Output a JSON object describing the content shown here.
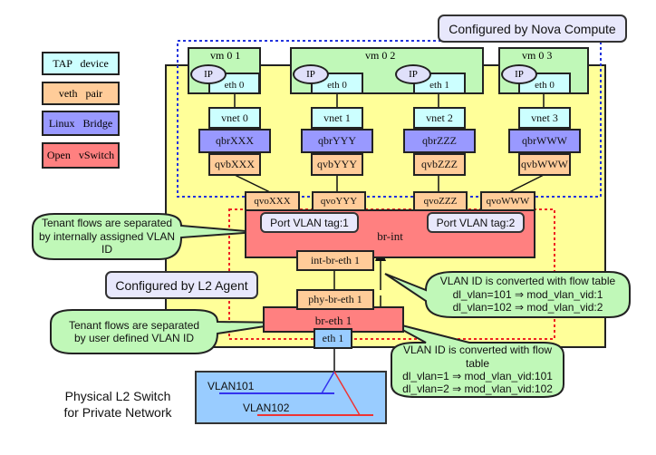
{
  "legend": [
    {
      "label": "TAP   device",
      "kind": "tap",
      "color": "#ccffff"
    },
    {
      "label": "veth   pair",
      "kind": "veth",
      "color": "#ffcc99"
    },
    {
      "label": "Linux   Bridge",
      "kind": "bridge",
      "color": "#9999ff"
    },
    {
      "label": "Open   vSwitch",
      "kind": "ovs",
      "color": "#ff8080"
    }
  ],
  "regions": {
    "nova": "Configured by Nova Compute",
    "l2agent": "Configured by L2 Agent"
  },
  "vms": [
    {
      "name": "vm 0 1",
      "ifaces": [
        {
          "ip": "IP",
          "eth": "eth 0"
        }
      ]
    },
    {
      "name": "vm 0 2",
      "ifaces": [
        {
          "ip": "IP",
          "eth": "eth 0"
        },
        {
          "ip": "IP",
          "eth": "eth 1"
        }
      ]
    },
    {
      "name": "vm 0 3",
      "ifaces": [
        {
          "ip": "IP",
          "eth": "eth 0"
        }
      ]
    }
  ],
  "chains": [
    {
      "vnet": "vnet 0",
      "qbr": "qbrXXX",
      "qvb": "qvbXXX",
      "qvo": "qvoXXX"
    },
    {
      "vnet": "vnet 1",
      "qbr": "qbrYYY",
      "qvb": "qvbYYY",
      "qvo": "qvoYYY"
    },
    {
      "vnet": "vnet 2",
      "qbr": "qbrZZZ",
      "qvb": "qvbZZZ",
      "qvo": "qvoZZZ"
    },
    {
      "vnet": "vnet 3",
      "qbr": "qbrWWW",
      "qvb": "qvbWWW",
      "qvo": "qvoWWW"
    }
  ],
  "br_int": {
    "label": "br-int",
    "tag1": "Port VLAN tag:1",
    "tag2": "Port VLAN tag:2"
  },
  "int_br_eth": "int-br-eth 1",
  "phy_br_eth": "phy-br-eth 1",
  "br_eth": "br-eth 1",
  "eth_phys": "eth 1",
  "callouts": {
    "internal": [
      "Tenant flows are separated",
      "by internally assigned VLAN ID"
    ],
    "user": [
      "Tenant flows are separated",
      "by user defined VLAN ID"
    ],
    "convert_up": [
      "VLAN ID is converted with flow table",
      "dl_vlan=101 ⇒ mod_vlan_vid:1",
      "dl_vlan=102 ⇒ mod_vlan_vid:2"
    ],
    "convert_down": [
      "VLAN ID is converted with flow table",
      "dl_vlan=1 ⇒ mod_vlan_vid:101",
      "dl_vlan=2 ⇒ mod_vlan_vid:102"
    ]
  },
  "physical_switch": {
    "caption": [
      "Physical L2 Switch",
      "for Private Network"
    ],
    "vlans": [
      {
        "name": "VLAN101",
        "color": "#3333ee"
      },
      {
        "name": "VLAN102",
        "color": "#ee3333"
      }
    ]
  }
}
